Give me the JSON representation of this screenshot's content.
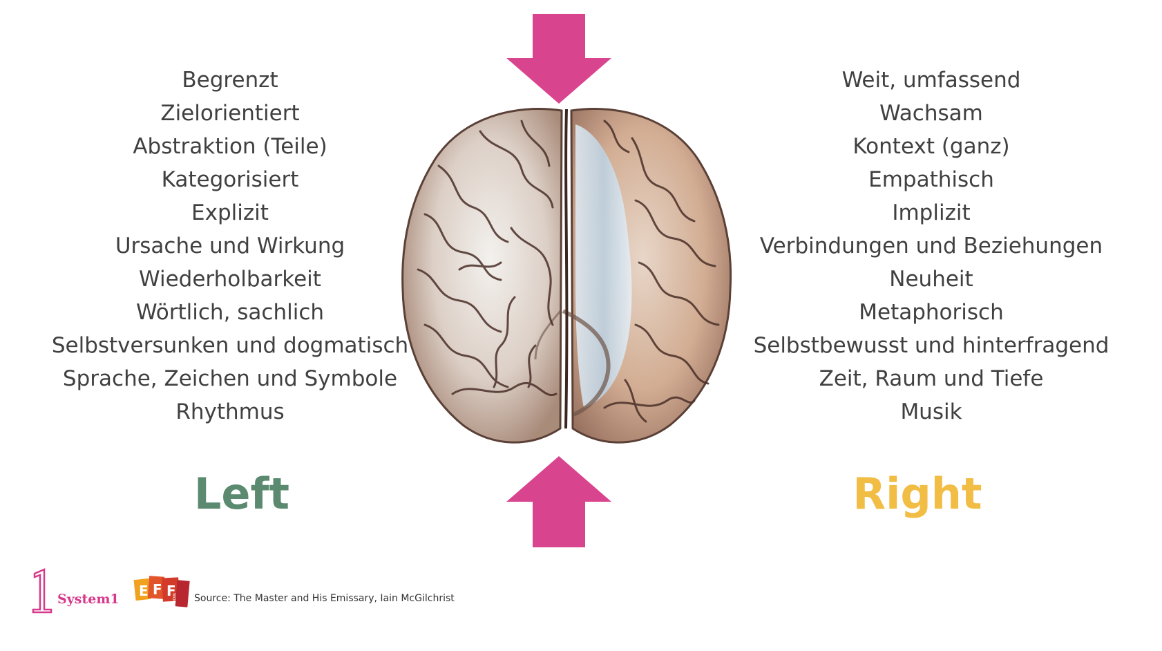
{
  "left": {
    "items": [
      "Begrenzt",
      "Zielorientiert",
      "Abstraktion (Teile)",
      "Kategorisiert",
      "Explizit",
      "Ursache und Wirkung",
      "Wiederholbarkeit",
      "Wörtlich, sachlich",
      "Selbstversunken und dogmatisch",
      "Sprache, Zeichen und Symbole",
      "Rhythmus"
    ],
    "label": "Left"
  },
  "right": {
    "items": [
      "Weit, umfassend",
      "Wachsam",
      "Kontext (ganz)",
      "Empathisch",
      "Implizit",
      "Verbindungen und Beziehungen",
      "Neuheit",
      "Metaphorisch",
      "Selbstbewusst und hinterfragend",
      "Zeit, Raum und Tiefe",
      "Musik"
    ],
    "label": "Right"
  },
  "footer": {
    "logo_number": "1",
    "logo_name": "System1",
    "logo2_letters": "EFF",
    "logo2_sub": "WORKS",
    "source": "Source: The Master and His Emissary, Iain McGilchrist"
  },
  "colors": {
    "left_label": "#5b8a70",
    "right_label": "#f2bd44",
    "arrow": "#d9448f",
    "text": "#404040",
    "brand": "#d6388b"
  },
  "icons": {
    "top_arrow": "arrow-down-icon",
    "bottom_arrow": "arrow-up-icon",
    "brain": "brain-illustration"
  }
}
